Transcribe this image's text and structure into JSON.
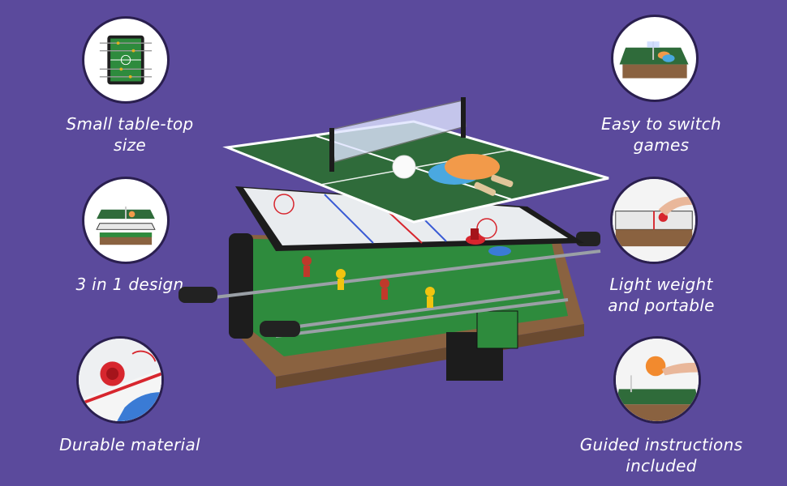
{
  "features": {
    "small_size": {
      "line1": "Small table-top",
      "line2": "size",
      "icon": "foosball-top-view-icon"
    },
    "three_in_one": {
      "line1": "3 in 1 design",
      "icon": "stacked-tables-icon"
    },
    "durable": {
      "line1": "Durable material",
      "icon": "air-hockey-mallet-icon"
    },
    "easy_switch": {
      "line1": "Easy to switch",
      "line2": "games",
      "icon": "ping-pong-table-icon"
    },
    "light_weight": {
      "line1": "Light weight",
      "line2": "and portable",
      "icon": "hand-air-hockey-icon"
    },
    "instructions": {
      "line1": "Guided instructions",
      "line2": "included",
      "icon": "hand-paddle-icon"
    }
  },
  "colors": {
    "background": "#5b4a9c",
    "table_green": "#2f6b3a",
    "wood": "#8a6240",
    "hockey_red": "#d7262e"
  }
}
